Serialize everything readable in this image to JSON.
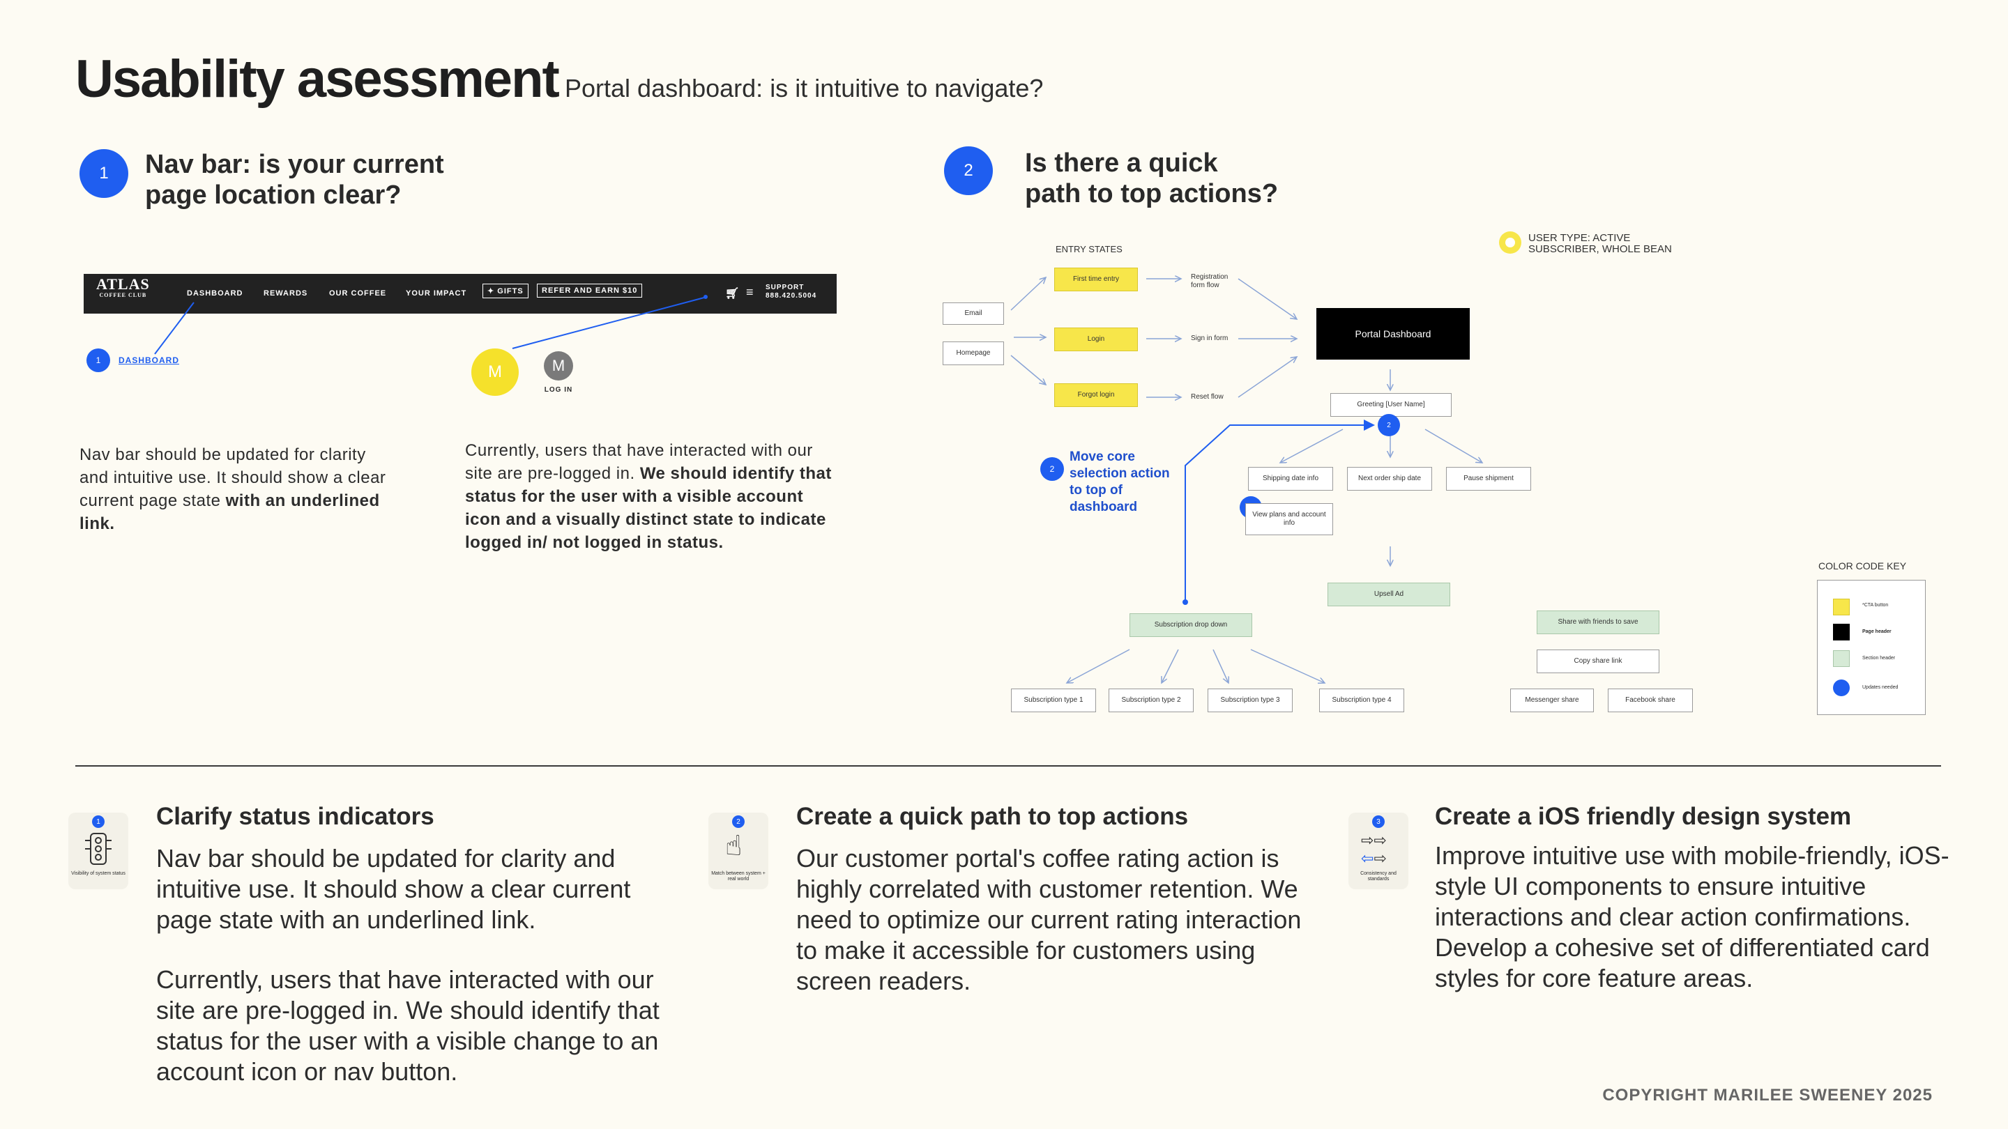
{
  "header": {
    "title": "Usability asessment",
    "subtitle": "Portal dashboard: is it intuitive to navigate?"
  },
  "section1": {
    "number": "1",
    "heading_line1": "Nav bar: is your current",
    "heading_line2": "page location clear?",
    "navbar": {
      "logo_top": "ATLAS",
      "logo_bottom": "COFFEE CLUB",
      "items": [
        "DASHBOARD",
        "REWARDS",
        "OUR COFFEE",
        "YOUR IMPACT"
      ],
      "gifts": "GIFTS",
      "refer": "REFER AND EARN $10",
      "support_line1": "SUPPORT",
      "support_line2": "888.420.5004"
    },
    "callout_number": "1",
    "callout_link": "DASHBOARD",
    "avatar_active": "M",
    "avatar_inactive": "M",
    "login_label": "LOG IN",
    "note_left_plain": "Nav bar should be updated for clarity and intuitive use. It should show a clear current page state ",
    "note_left_bold": "with an underlined link.",
    "note_right_plain": "Currently, users that have interacted with our site are pre-logged in. ",
    "note_right_bold": "We should identify that status for the user with a visible account icon and a visually distinct state to indicate logged in/ not logged in status."
  },
  "section2": {
    "number": "2",
    "heading_line1": "Is there a quick",
    "heading_line2": "path to top actions?",
    "entry_states": "ENTRY STATES",
    "user_type": "USER TYPE: ACTIVE SUBSCRIBER, WHOLE BEAN",
    "nodes": {
      "email": "Email",
      "homepage": "Homepage",
      "first_time": "First time entry",
      "login": "Login",
      "forgot": "Forgot login",
      "registration": "Registration form flow",
      "signin": "Sign in form",
      "reset": "Reset flow",
      "portal": "Portal Dashboard",
      "greeting": "Greeting [User Name]",
      "shipping": "Shipping date info",
      "next_order": "Next order ship date",
      "pause": "Pause shipment",
      "view_plans": "View plans and account info",
      "upsell": "Upsell Ad",
      "sub_dropdown": "Subscription drop down",
      "sub1": "Subscription type 1",
      "sub2": "Subscription type 2",
      "sub3": "Subscription type 3",
      "sub4": "Subscription type 4",
      "share": "Share with friends to save",
      "copy_link": "Copy share link",
      "messenger": "Messenger share",
      "facebook": "Facebook share"
    },
    "callout_number": "2",
    "callout_text": "Move core selection action to top of dashboard",
    "small_badge": "2",
    "key": {
      "title": "COLOR CODE KEY",
      "items": [
        "*CTA button",
        "Page header",
        "Section header",
        "Updates needed"
      ],
      "colors": [
        "#f7e64a",
        "#000000",
        "#d6ead6",
        "#1f5ef0"
      ]
    }
  },
  "cards": [
    {
      "number": "1",
      "icon_caption": "Visibility of system status",
      "title": "Clarify status indicators",
      "body1": "Nav bar should be updated for clarity and intuitive use. It should show a clear current page state with an underlined link.",
      "body2": "Currently, users that have interacted with our site are pre-logged in. We should identify that status for the user with a visible change to an account icon or nav button."
    },
    {
      "number": "2",
      "icon_caption": "Match between system + real world",
      "title": "Create a quick path to top actions",
      "body1": "Our customer portal's coffee rating action is highly correlated with customer retention. We need to optimize our current rating interaction to make it accessible for customers using screen readers."
    },
    {
      "number": "3",
      "icon_caption": "Consistency and standards",
      "title": "Create a iOS friendly design system",
      "body1": "Improve intuitive use with mobile-friendly, iOS-style UI components to ensure intuitive interactions and clear action confirmations. Develop a cohesive set of differentiated card styles for core feature areas."
    }
  ],
  "footer": {
    "copyright": "COPYRIGHT MARILEE SWEENEY 2025"
  },
  "accent_color": "#1f5ef0"
}
